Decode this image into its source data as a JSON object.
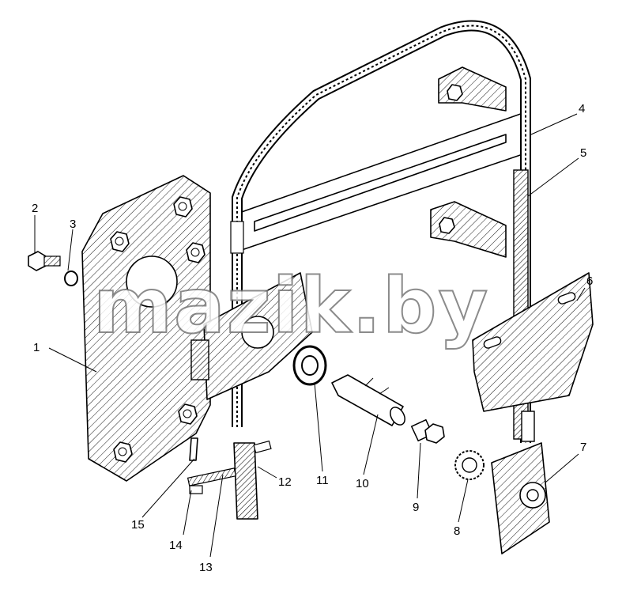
{
  "watermark": "mazik.by",
  "callouts": [
    "1",
    "2",
    "3",
    "4",
    "5",
    "6",
    "7",
    "8",
    "9",
    "10",
    "11",
    "12",
    "13",
    "14",
    "15"
  ]
}
